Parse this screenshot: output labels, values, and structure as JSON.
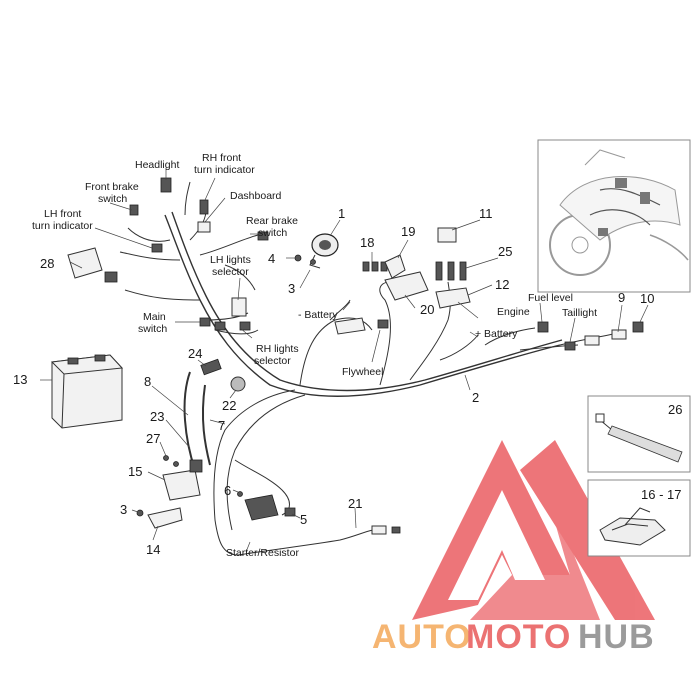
{
  "diagram": {
    "callouts": [
      "1",
      "2",
      "3",
      "3",
      "4",
      "5",
      "6",
      "7",
      "8",
      "9",
      "10",
      "11",
      "12",
      "13",
      "14",
      "15",
      "18",
      "19",
      "20",
      "21",
      "22",
      "23",
      "24",
      "25",
      "26",
      "16 - 17",
      "27",
      "28"
    ],
    "labels": {
      "headlight": "Headlight",
      "rh_front_turn_1": "RH front",
      "rh_front_turn_2": "turn indicator",
      "front_brake_1": "Front brake",
      "front_brake_2": "switch",
      "dashboard": "Dashboard",
      "lh_front_turn_1": "LH front",
      "lh_front_turn_2": "turn indicator",
      "rear_brake_1": "Rear brake",
      "rear_brake_2": "switch",
      "lh_lights_1": "LH lights",
      "lh_lights_2": "selector",
      "main_switch_1": "Main",
      "main_switch_2": "switch",
      "rh_lights_1": "RH lights",
      "rh_lights_2": "selector",
      "minus_battery": "- Battery",
      "flywheel": "Flywheel",
      "engine": "Engine",
      "plus_battery": "+ Battery",
      "fuel_level": "Fuel level",
      "taillight": "Taillight",
      "starter_resistor": "Starter/Resistor"
    }
  },
  "watermark": {
    "part1": "AUTO",
    "part2": "MOTO",
    "part3": "HUB",
    "color_orange": "#f4a95a",
    "color_red": "#e85a5a",
    "color_gray": "#8a8a8a"
  }
}
